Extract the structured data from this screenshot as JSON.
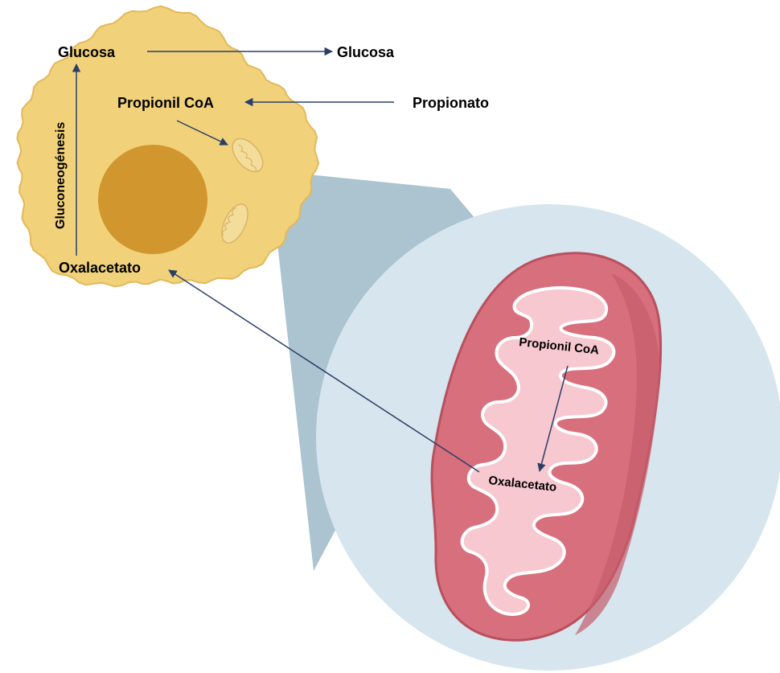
{
  "colors": {
    "cell_fill": "#f1d27a",
    "cell_stroke": "#e3b85a",
    "nucleus": "#d2962e",
    "magnifier": "#d6e5ee",
    "magnifier_cone": "#9db8c8",
    "mito_outer": "#d86f7c",
    "mito_edge": "#b8505e",
    "mito_inner": "#f7c8cf",
    "mito_membrane": "#ffffff",
    "arrow": "#2a3f68"
  },
  "cell": {
    "glucose_inside": "Glucosa",
    "gluconeogenesis": "Gluconeogénesis",
    "propionyl_coa": "Propionil  CoA",
    "oxaloacetate": "Oxalacetato"
  },
  "external": {
    "glucose_out": "Glucosa",
    "propionate": "Propionato"
  },
  "mitochondrion": {
    "propionyl_coa": "Propionil CoA",
    "oxaloacetate": "Oxalacetato"
  }
}
